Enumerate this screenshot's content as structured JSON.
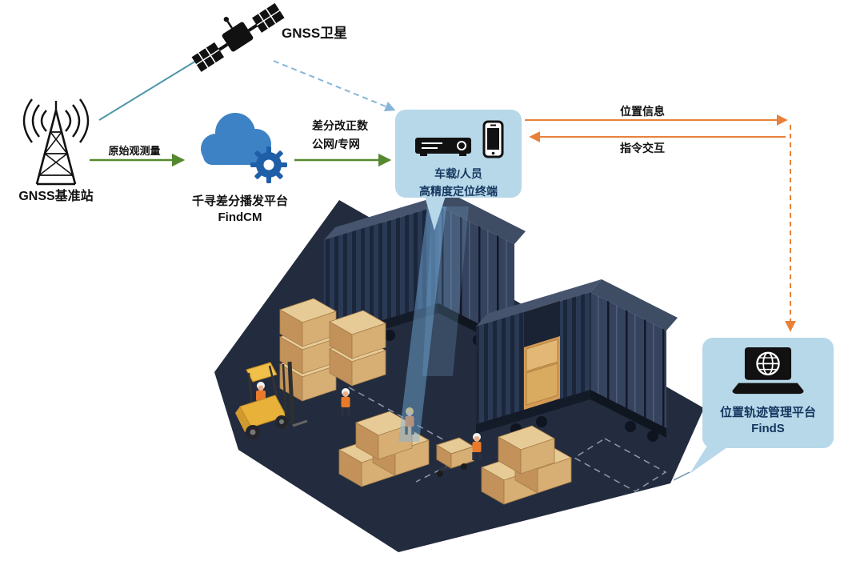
{
  "diagram": {
    "satellite": {
      "label": "GNSS卫星"
    },
    "base_station": {
      "label": "GNSS基准站"
    },
    "raw_link": {
      "label": "原始观测量"
    },
    "cloud_platform": {
      "title": "千寻差分播发平台",
      "subtitle": "FindCM"
    },
    "correction_link": {
      "line1": "差分改正数",
      "line2": "公网/专网"
    },
    "terminal": {
      "line1": "车载/人员",
      "line2": "高精度定位终端"
    },
    "uplink": {
      "label": "位置信息"
    },
    "downlink": {
      "label": "指令交互"
    },
    "management_platform": {
      "title": "位置轨迹管理平台",
      "subtitle": "FindS"
    },
    "icons": {
      "satellite": "black-satellite-with-solar-panels",
      "base_station": "radio-tower-with-signal-waves",
      "cloud": "blue-cloud-with-gear",
      "terminal_device": "vehicle-receiver-box",
      "terminal_phone": "smartphone-outline",
      "platform": "laptop-with-globe"
    },
    "colors": {
      "bubble_bg": "#b7d8e9",
      "label_navy": "#14365e",
      "green_arrow": "#55892f",
      "orange_arrow": "#e8813a",
      "cloud_blue": "#3d82c4",
      "dashed_blue": "#85b6d8",
      "teal_line": "#4e96a8",
      "floor_navy": "#232c3e",
      "container_navy": "#2b3a54",
      "box_tan": "#d9b886",
      "forklift_yellow": "#e8b13a"
    }
  }
}
